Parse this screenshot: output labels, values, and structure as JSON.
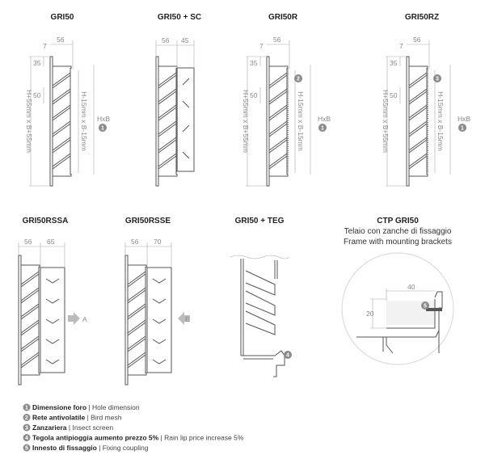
{
  "diagrams": {
    "gri50": {
      "title": "GRI50",
      "dim_56": "56",
      "dim_7": "7",
      "dim_35": "35",
      "dim_50": "50",
      "outer": "H+55mm x B+55mm",
      "inner": "H-15mm x B-15mm",
      "hole": "HxB",
      "marker": "1"
    },
    "gri50_sc": {
      "title": "GRI50 + SC",
      "dim_56": "56",
      "dim_45": "45"
    },
    "gri50r": {
      "title": "GRI50R",
      "dim_56": "56",
      "dim_7": "7",
      "dim_35": "35",
      "dim_50": "50",
      "outer": "H+55mm x B+55mm",
      "inner": "H-15mm x B-15mm",
      "hole": "HxB",
      "marker_hole": "1",
      "marker": "2"
    },
    "gri50rz": {
      "title": "GRI50RZ",
      "dim_56": "56",
      "dim_7": "7",
      "dim_35": "35",
      "dim_50": "50",
      "outer": "H+55mm x B+55mm",
      "inner": "H-15mm x B-15mm",
      "hole": "HxB",
      "marker_hole": "1",
      "marker": "3"
    },
    "gri50rssa": {
      "title": "GRI50RSSA",
      "dim_56": "56",
      "dim_65": "65",
      "arrow_label": "A"
    },
    "gri50rsse": {
      "title": "GRI50RSSE",
      "dim_56": "56",
      "dim_70": "70",
      "arrow_label": "E"
    },
    "gri50_teg": {
      "title": "GRI50 + TEG",
      "marker": "4"
    },
    "ctp": {
      "title": "CTP GRI50",
      "subtitle_it": "Telaio con zanche di fissaggio",
      "subtitle_en": "Frame with mounting brackets",
      "dim_40": "40",
      "dim_20": "20",
      "marker": "5"
    }
  },
  "legend": [
    {
      "num": "1",
      "it": "Dimensione foro",
      "en": "Hole dimension"
    },
    {
      "num": "2",
      "it": "Rete antivolatile",
      "en": "Bird mesh"
    },
    {
      "num": "3",
      "it": "Zanzariera",
      "en": "Insect screen"
    },
    {
      "num": "4",
      "it": "Tegola antipioggia aumento prezzo 5%",
      "en": "Rain lip price increase 5%"
    },
    {
      "num": "5",
      "it": "Innesto di fissaggio",
      "en": "Fixing coupling"
    }
  ],
  "legend_separator": "|"
}
